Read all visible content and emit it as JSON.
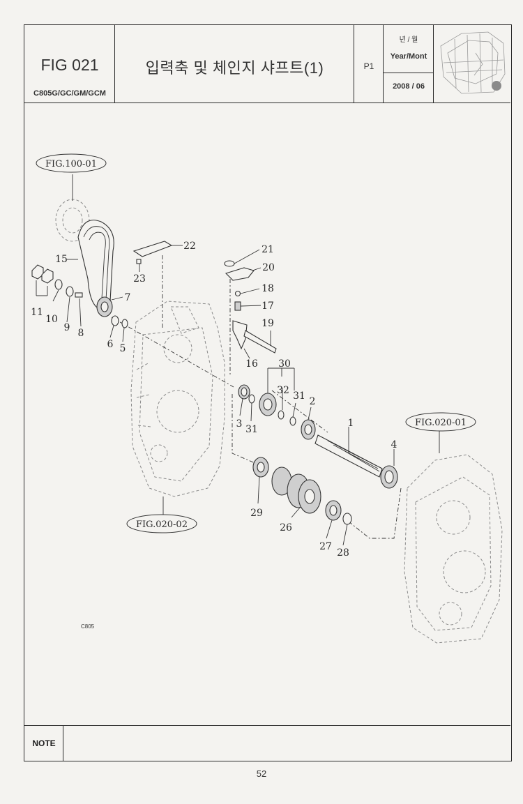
{
  "header": {
    "figure_number": "FIG 021",
    "models": "C805G/GC/GM/GCM",
    "title": "입력축 및 체인지 샤프트(1)",
    "page_code": "P1",
    "year_month_korean": "년 / 월",
    "year_month_english": "Year/Mont",
    "date": "2008 / 06"
  },
  "diagram": {
    "figure_refs": [
      "FIG.100-01",
      "FIG.020-01",
      "FIG.020-02"
    ],
    "part_labels": [
      "1",
      "2",
      "3",
      "4",
      "5",
      "6",
      "7",
      "8",
      "9",
      "10",
      "11",
      "15",
      "16",
      "17",
      "18",
      "19",
      "20",
      "21",
      "22",
      "23",
      "26",
      "27",
      "28",
      "29",
      "30",
      "31",
      "31",
      "32"
    ],
    "drawing_code": "C805"
  },
  "footer": {
    "note_label": "NOTE",
    "note_text": "",
    "page_number": "52"
  }
}
